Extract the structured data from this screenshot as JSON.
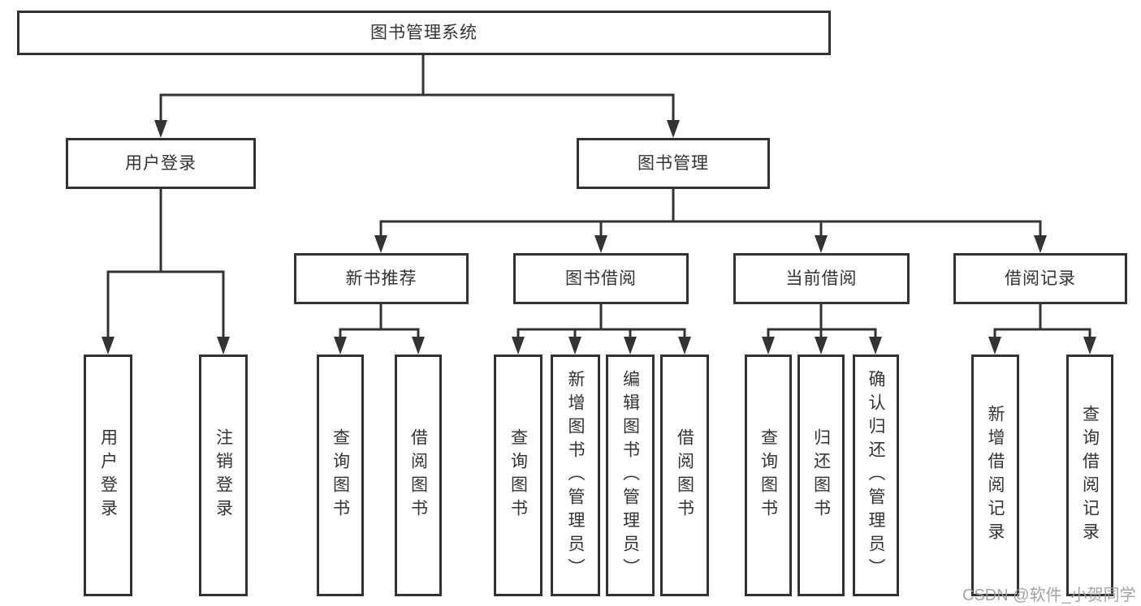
{
  "tree": {
    "root": {
      "label": "图书管理系统"
    },
    "children": [
      {
        "label": "用户登录",
        "children": [
          {
            "label": "用户登录"
          },
          {
            "label": "注销登录"
          }
        ]
      },
      {
        "label": "图书管理",
        "children": [
          {
            "label": "新书推荐",
            "children": [
              {
                "label": "查询图书"
              },
              {
                "label": "借阅图书"
              }
            ]
          },
          {
            "label": "图书借阅",
            "children": [
              {
                "label": "查询图书"
              },
              {
                "label": "新增图书（管理员）"
              },
              {
                "label": "编辑图书（管理员）"
              },
              {
                "label": "借阅图书"
              }
            ]
          },
          {
            "label": "当前借阅",
            "children": [
              {
                "label": "查询图书"
              },
              {
                "label": "归还图书"
              },
              {
                "label": "确认归还（管理员）"
              }
            ]
          },
          {
            "label": "借阅记录",
            "children": [
              {
                "label": "新增借阅记录"
              },
              {
                "label": "查询借阅记录"
              }
            ]
          }
        ]
      }
    ]
  },
  "watermark": {
    "text": "CSDN @软件_小贺同学"
  },
  "colors": {
    "line": "#333333",
    "box_border": "#333333",
    "text": "#333333",
    "watermark": "#9c9c9c",
    "background": "#ffffff"
  }
}
